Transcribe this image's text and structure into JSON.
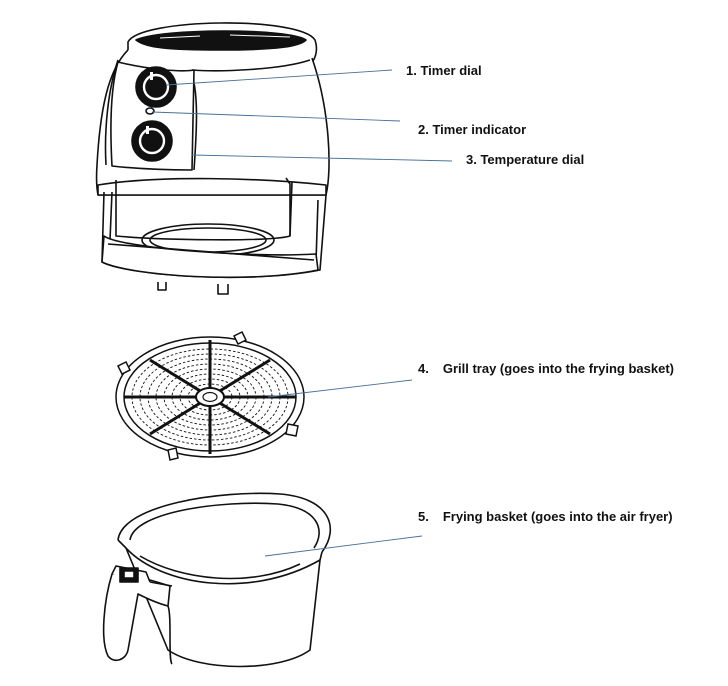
{
  "callouts": [
    {
      "id": "timer-dial",
      "text": "1. Timer dial"
    },
    {
      "id": "timer-indicator",
      "text": "2. Timer indicator"
    },
    {
      "id": "temperature-dial",
      "text": "3. Temperature dial"
    },
    {
      "id": "grill-tray",
      "num": "4.",
      "text": "Grill tray (goes into the frying basket)"
    },
    {
      "id": "frying-basket",
      "num": "5.",
      "text": "Frying basket (goes into the air fryer)"
    }
  ],
  "colors": {
    "leader_line": "#4a6f96",
    "ink": "#111111"
  }
}
